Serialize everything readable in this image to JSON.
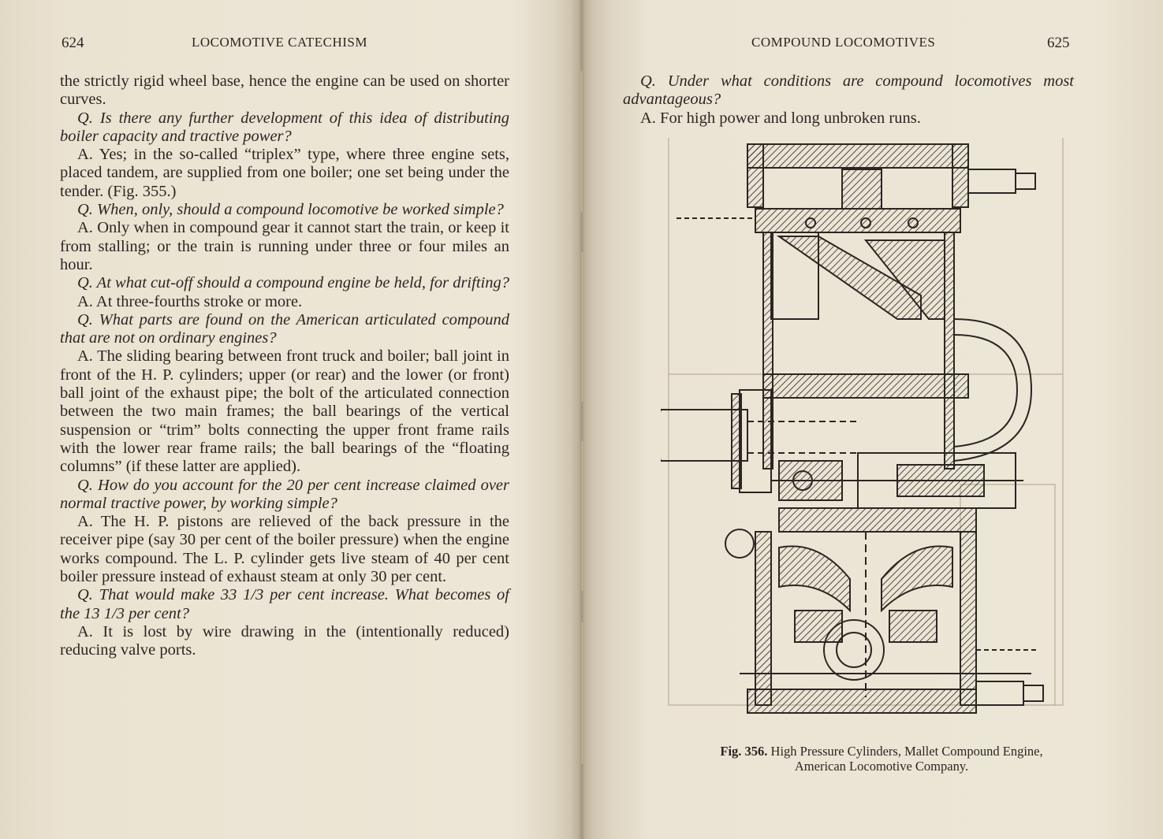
{
  "left_page": {
    "page_number": "624",
    "running_head": "LOCOMOTIVE CATECHISM",
    "paragraphs": [
      {
        "kind": "cont",
        "text": "the strictly rigid wheel base, hence the engine can be used on shorter curves."
      },
      {
        "kind": "q",
        "text": "Q. Is there any further development of this idea of distributing boiler capacity and tractive power?"
      },
      {
        "kind": "a",
        "text": "A. Yes; in the so-called “triplex” type, where three engine sets, placed tandem, are supplied from one boiler; one set being under the tender. (Fig. 355.)"
      },
      {
        "kind": "q",
        "text": "Q. When, only, should a compound locomotive be worked simple?"
      },
      {
        "kind": "a",
        "text": "A. Only when in compound gear it cannot start the train, or keep it from stalling; or the train is running under three or four miles an hour."
      },
      {
        "kind": "q",
        "text": "Q. At what cut-off should a compound engine be held, for drifting?"
      },
      {
        "kind": "a",
        "text": "A. At three-fourths stroke or more."
      },
      {
        "kind": "q",
        "text": "Q. What parts are found on the American articulated compound that are not on ordinary engines?"
      },
      {
        "kind": "a",
        "text": "A. The sliding bearing between front truck and boiler; ball joint in front of the H. P. cylinders; upper (or rear) and the lower (or front) ball joint of the exhaust pipe; the bolt of the articulated connection between the two main frames; the ball bearings of the vertical suspension or “trim” bolts connecting the upper front frame rails with the lower rear frame rails; the ball bearings of the “floating columns” (if these latter are applied)."
      },
      {
        "kind": "q",
        "text": "Q. How do you account for the 20 per cent increase claimed over normal tractive power, by working simple?"
      },
      {
        "kind": "a",
        "text": "A. The H. P. pistons are relieved of the back pressure in the receiver pipe (say 30 per cent of the boiler pressure) when the engine works compound. The L. P. cylinder gets live steam of 40 per cent boiler pressure instead of exhaust steam at only 30 per cent."
      },
      {
        "kind": "q",
        "text": "Q. That would make 33 1/3 per cent increase. What becomes of the 13 1/3 per cent?"
      },
      {
        "kind": "a",
        "text": "A. It is lost by wire drawing in the (intentionally reduced) reducing valve ports."
      }
    ]
  },
  "right_page": {
    "page_number": "625",
    "running_head": "COMPOUND LOCOMOTIVES",
    "paragraphs": [
      {
        "kind": "q",
        "text": "Q. Under what conditions are compound locomotives most advantageous?"
      },
      {
        "kind": "a",
        "text": "A. For high power and long unbroken runs."
      }
    ],
    "figure": {
      "icon": "cylinder-cross-section-drawing",
      "caption_label": "Fig. 356.",
      "caption_line1": "High Pressure Cylinders, Mallet Compound Engine,",
      "caption_line2": "American Locomotive Company."
    }
  },
  "colors": {
    "paper": "#ede6d6",
    "ink": "#2a2622",
    "gutter": "#bfb39c"
  }
}
